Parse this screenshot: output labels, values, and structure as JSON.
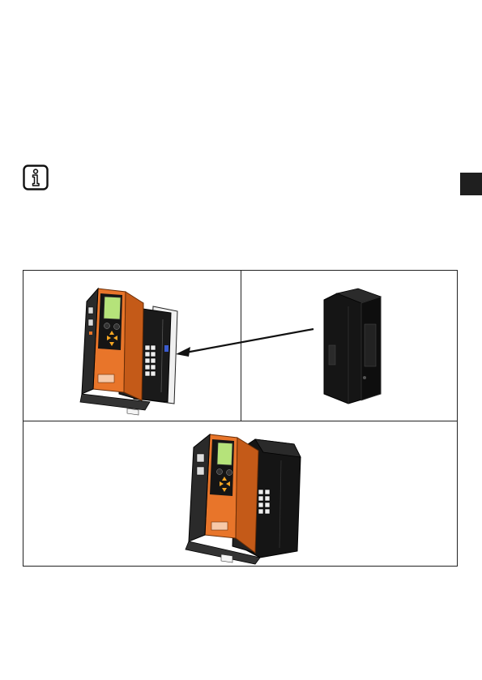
{
  "page": {
    "side_tab_color": "#1f1f1f"
  },
  "figure": {
    "panels": [
      {
        "id": "module-with-rail-panel",
        "description_icon": "controller-module-icon"
      },
      {
        "id": "power-module-panel",
        "description_icon": "power-supply-module-icon"
      },
      {
        "id": "assembled-panel",
        "description_icon": "assembled-modules-icon"
      }
    ],
    "colors": {
      "orange": "#e8752a",
      "display": "#b5e37a",
      "dark": "#151515"
    }
  }
}
